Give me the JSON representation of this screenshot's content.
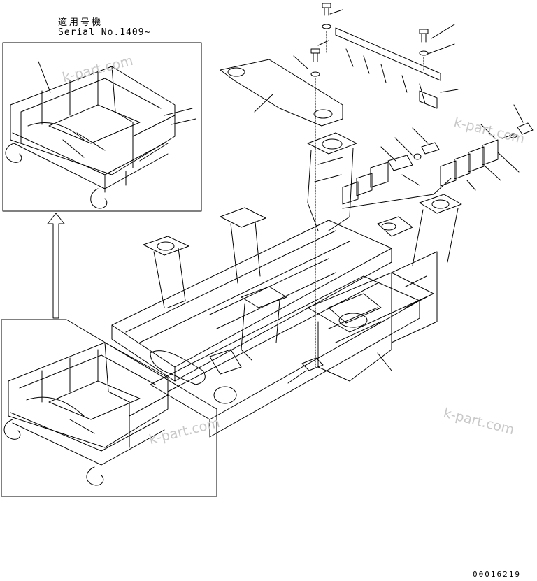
{
  "header_note": {
    "applicable_serial_jp": "適用号機",
    "serial": "Serial No.1409~"
  },
  "watermarks": [
    "k-part.com",
    "k-part.com",
    "k-part.com",
    "k-part.com"
  ],
  "drawing_number": "00016219",
  "colors": {
    "line": "#000000",
    "background": "#ffffff",
    "watermark": "#c8c8c8"
  }
}
